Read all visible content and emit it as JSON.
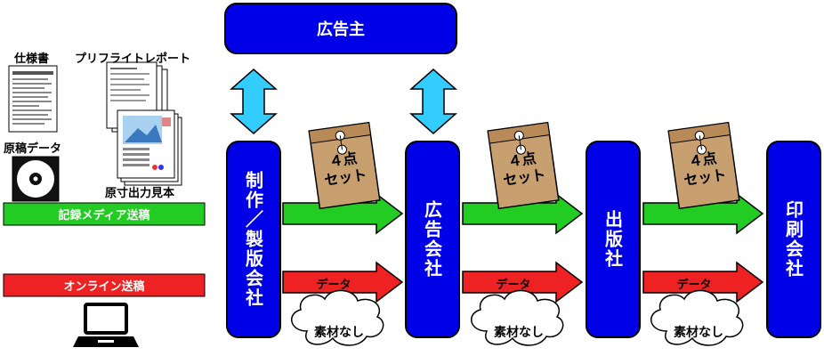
{
  "advertiser": "広告主",
  "production": "制作／製版会社",
  "agency": "広告会社",
  "publisher": "出版社",
  "printer": "印刷会社",
  "docs": {
    "spec": "仕様書",
    "preflight": "プリフライトレポート",
    "manuscript_data": "原稿データ",
    "proof": "原寸出力見本"
  },
  "media_bar": "記録メディア送稿",
  "online_bar": "オンライン送稿",
  "envelope_text_1": "４点",
  "envelope_text_2": "セット",
  "data_arrow": "データ",
  "cloud_text": "素材なし",
  "colors": {
    "box": "#0000e6",
    "green": "#22cc22",
    "red": "#ee2222",
    "cyan": "#33ccff",
    "envelope": "#c8a070"
  }
}
